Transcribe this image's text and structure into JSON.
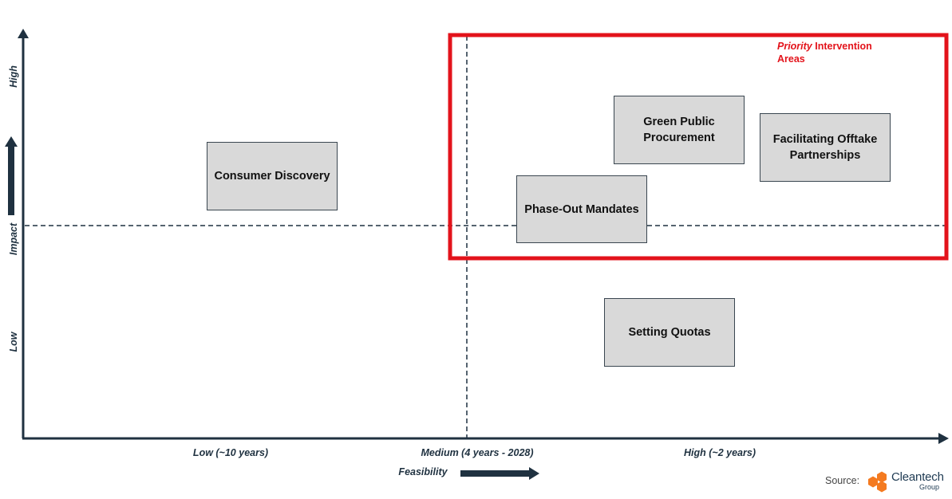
{
  "axes": {
    "x_title": "Feasibility",
    "y_title": "Impact",
    "x_ticks": [
      "Low (~10 years)",
      "Medium (4 years - 2028)",
      "High (~2 years)"
    ],
    "y_ticks": [
      "High",
      "Low"
    ]
  },
  "priority_area": {
    "label_italic": "Priority",
    "label_rest": " Intervention Areas",
    "color": "#e3131b"
  },
  "items": [
    {
      "label": "Consumer Discovery"
    },
    {
      "label": "Green Public Procurement"
    },
    {
      "label": "Facilitating Offtake Partnerships"
    },
    {
      "label": "Phase-Out Mandates"
    },
    {
      "label": "Setting Quotas"
    }
  ],
  "source": {
    "prefix": "Source:",
    "brand": "Cleantech",
    "brand_sub": "Group",
    "brand_color": "#f47a20",
    "text_color": "#1e3a52"
  },
  "colors": {
    "axis": "#1f3140",
    "box_fill": "#d9d9d9",
    "box_border": "#3a4650",
    "highlight": "#e3131b"
  }
}
